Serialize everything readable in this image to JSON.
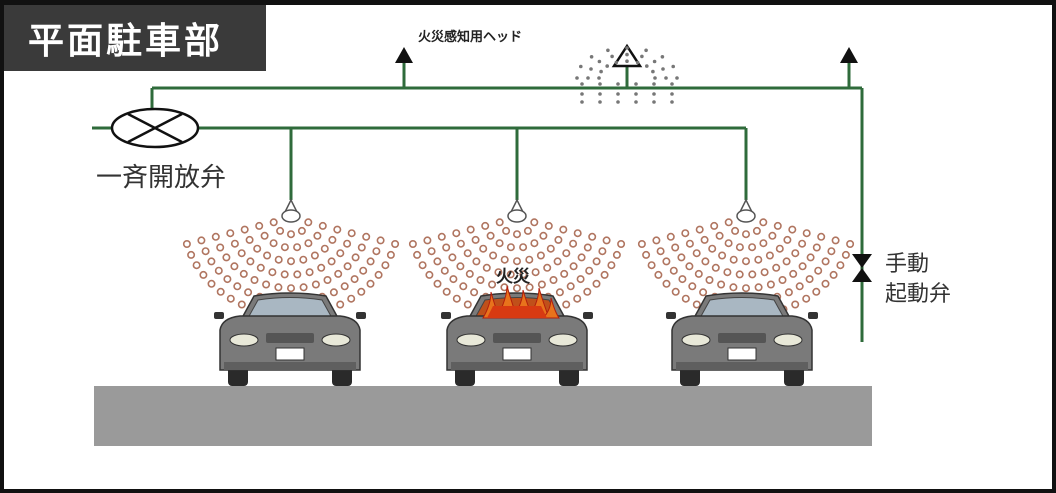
{
  "title": "平面駐車部",
  "labels": {
    "sensor_head": "火災感知用ヘッド",
    "deluge_valve": "一斉開放弁",
    "manual_valve_line1": "手動",
    "manual_valve_line2": "起動弁",
    "fire": "火災"
  },
  "icons": [
    "deluge-valve-icon",
    "sprinkler-head-icon",
    "sensor-head-icon",
    "manual-valve-icon",
    "car-icon",
    "fire-icon",
    "arrow-up-icon"
  ],
  "colors": {
    "pipe": "#2f6b3b",
    "title_bg": "#3a3a3a",
    "floor": "#9a9a9a",
    "droplet": "#b07560",
    "car_body": "#7a7a7a",
    "fire": "#e8731c"
  }
}
